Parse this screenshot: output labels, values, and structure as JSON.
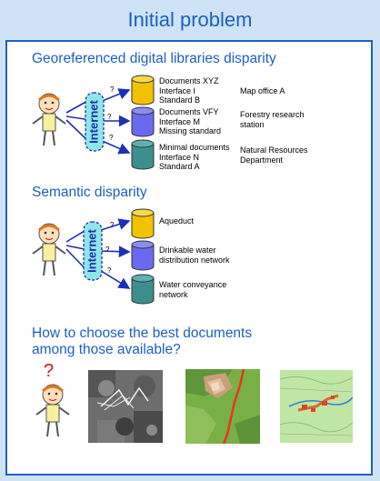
{
  "title": "Initial problem",
  "section1": {
    "heading": "Georeferenced digital libraries disparity",
    "network_label": "Internet",
    "question_mark": "?",
    "libraries": [
      {
        "lines": [
          "Documents XYZ",
          "Interface I",
          "Standard B"
        ],
        "org": [
          "Map office A"
        ],
        "color": "#f2c200"
      },
      {
        "lines": [
          "Documents VFY",
          "Interface M",
          "Missing standard"
        ],
        "org": [
          "Forestry research",
          "station"
        ],
        "color": "#6a6af0"
      },
      {
        "lines": [
          "Minimal documents",
          "Interface N",
          "Standard A"
        ],
        "org": [
          "Natural Resources",
          "Department"
        ],
        "color": "#3d8f8f"
      }
    ]
  },
  "section2": {
    "heading": "Semantic disparity",
    "network_label": "Internet",
    "question_mark": "?",
    "concepts": [
      {
        "lines": [
          "Aqueduct"
        ],
        "color": "#f2c200"
      },
      {
        "lines": [
          "Drinkable water",
          "distribution network"
        ],
        "color": "#6a6af0"
      },
      {
        "lines": [
          "Water conveyance",
          "network"
        ],
        "color": "#3d8f8f"
      }
    ]
  },
  "section3": {
    "heading_lines": [
      "How to choose the best documents",
      "among those available?"
    ],
    "question_mark": "?",
    "thumbnails": [
      "aerial-photo-thumbnail",
      "relief-map-thumbnail",
      "topographic-map-thumbnail"
    ]
  },
  "colors": {
    "accent": "#1d5fc4",
    "background": "#cfe3f7",
    "arrow": "#1c2fb5",
    "internet_fill": "#8fe6e6"
  }
}
